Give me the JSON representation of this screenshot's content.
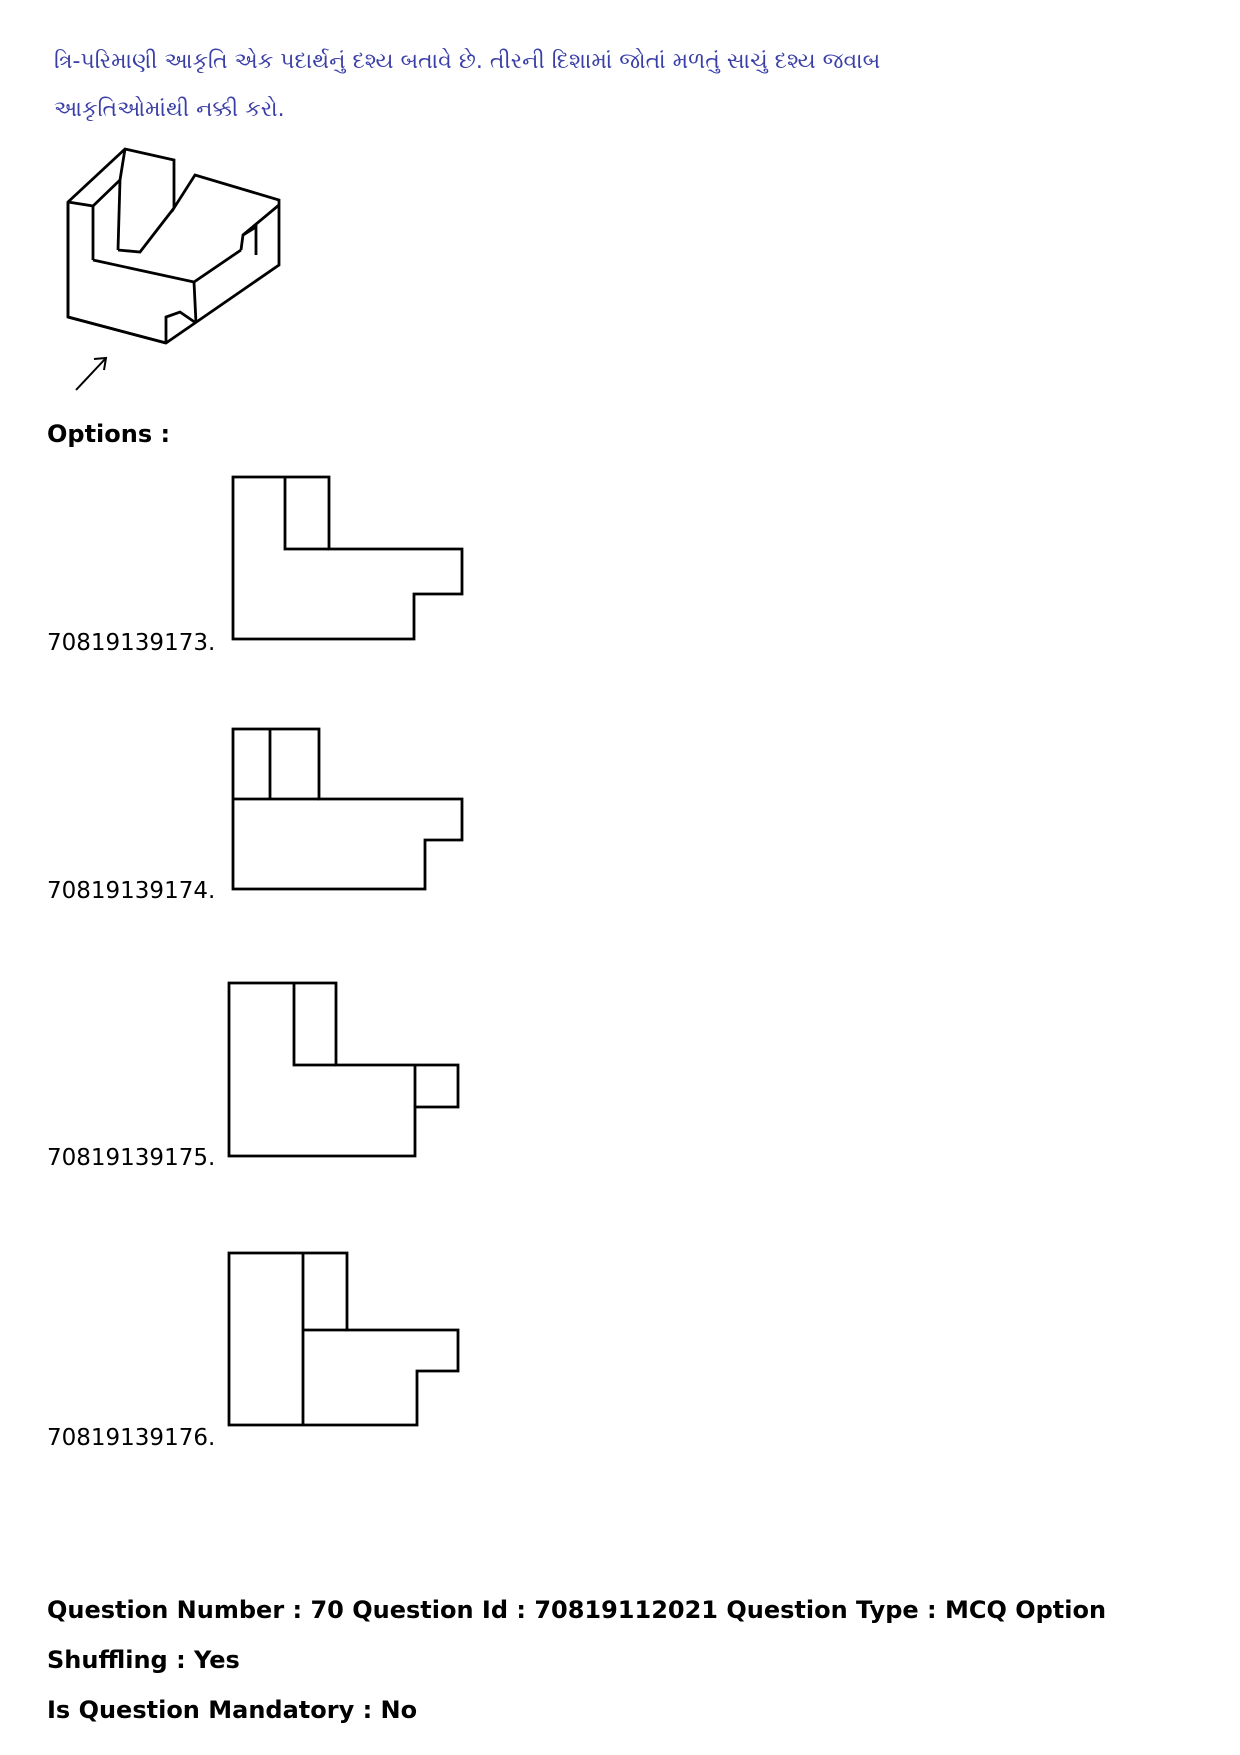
{
  "question": {
    "text": "ત્રિ-પરિમાણી આકૃતિ એક પદાર્થનું દશ્ય બતાવે છે. તીરની દિશામાં જોતાં મળતું સાચું દશ્ય જવાબ આકૃતિઓમાંથી નક્કી કરો."
  },
  "options_label": "Options :",
  "options": [
    {
      "id": "70819139173."
    },
    {
      "id": "70819139174."
    },
    {
      "id": "70819139175."
    },
    {
      "id": "70819139176."
    }
  ],
  "meta": {
    "line1": "Question Number : 70 Question Id : 70819112021 Question Type : MCQ Option Shuffling : Yes",
    "line2": "Is Question Mandatory : No"
  }
}
